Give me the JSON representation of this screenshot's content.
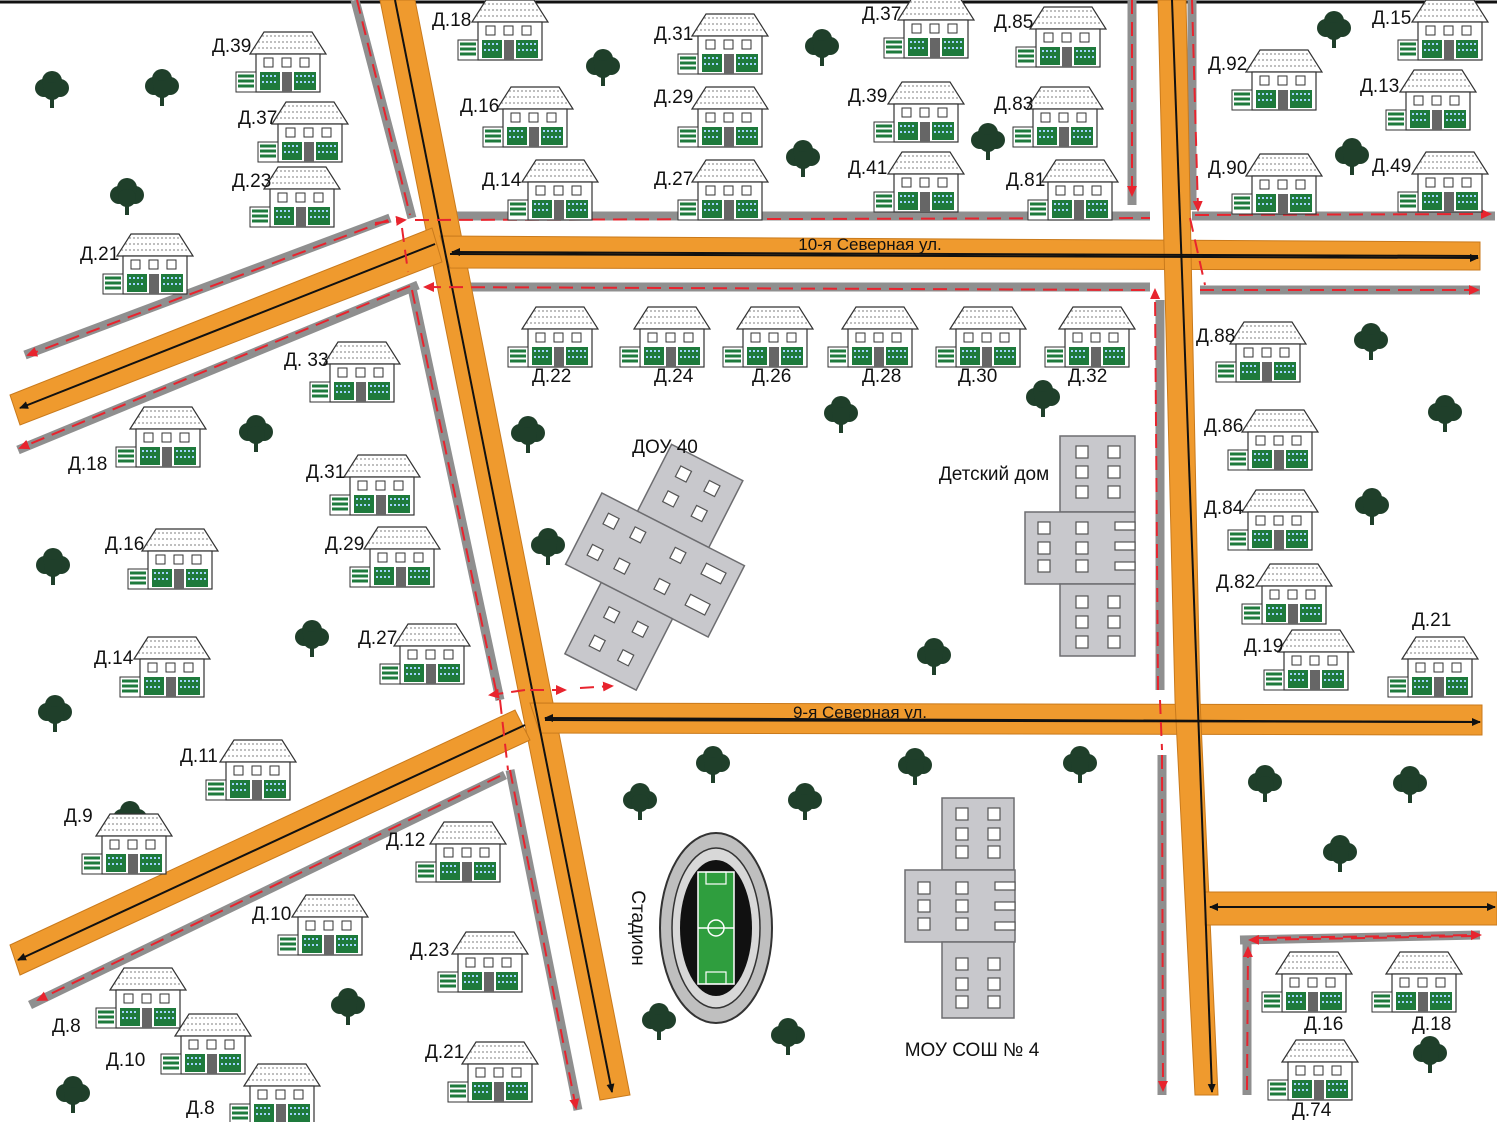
{
  "streets": {
    "north": "10-я Северная ул.",
    "south": "9-я Северная ул."
  },
  "institutions": {
    "kindergarten": "ДОУ 40",
    "orphanage": "Детский дом",
    "school": "МОУ СОШ № 4",
    "stadium": "Стадион"
  },
  "houses": [
    "Д.39",
    "Д.37",
    "Д.23",
    "Д.21",
    "Д. 33",
    "Д.18",
    "Д.31",
    "Д.16",
    "Д.29",
    "Д.14",
    "Д.27",
    "Д.11",
    "Д.9",
    "Д.12",
    "Д.10",
    "Д.8",
    "Д.23",
    "Д.10",
    "Д.21",
    "Д.8",
    "Д.18",
    "Д.16",
    "Д.14",
    "Д.31",
    "Д.29",
    "Д.27",
    "Д.37",
    "Д.39",
    "Д.41",
    "Д.85",
    "Д.83",
    "Д.81",
    "Д.22",
    "Д.24",
    "Д.26",
    "Д.28",
    "Д.30",
    "Д.32",
    "Д.15",
    "Д.92",
    "Д.13",
    "Д.90",
    "Д.49",
    "Д.88",
    "Д.86",
    "Д.84",
    "Д.82",
    "Д.19",
    "Д.21",
    "Д.16",
    "Д.18",
    "Д.74"
  ],
  "colors": {
    "road": "#ef9a2e",
    "walkway": "#8f8f8f",
    "pedestrian_route": "#e8242e",
    "building": "#c8c8cc",
    "tree": "#1f3f2a",
    "house_green": "#1e7a3c"
  }
}
